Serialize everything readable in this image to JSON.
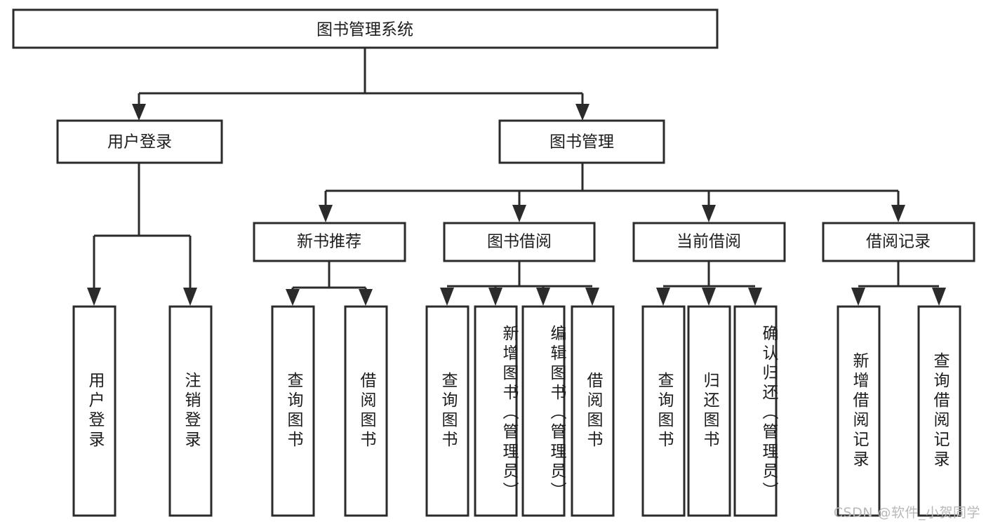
{
  "diagram": {
    "title": "图书管理系统",
    "type": "tree-hierarchy",
    "watermark": "CSDN @软件_小贺同学",
    "colors": {
      "stroke": "#2b2b2b",
      "node_fill": "#ffffff",
      "text": "#1c1c1c",
      "background": "#ffffff",
      "watermark": "#b9b9b9"
    },
    "levels": {
      "root": {
        "label": "图书管理系统"
      },
      "level2": [
        {
          "label": "用户登录"
        },
        {
          "label": "图书管理"
        }
      ],
      "level3": [
        {
          "label": "新书推荐"
        },
        {
          "label": "图书借阅"
        },
        {
          "label": "当前借阅"
        },
        {
          "label": "借阅记录"
        }
      ],
      "leaves": {
        "user_login": [
          {
            "label": "用户登录"
          },
          {
            "label": "注销登录"
          }
        ],
        "new_book_recommend": [
          {
            "label": "查询图书"
          },
          {
            "label": "借阅图书"
          }
        ],
        "book_borrow": [
          {
            "label": "查询图书"
          },
          {
            "label": "新增图书（管理员）"
          },
          {
            "label": "编辑图书（管理员）"
          },
          {
            "label": "借阅图书"
          }
        ],
        "current_borrow": [
          {
            "label": "查询图书"
          },
          {
            "label": "归还图书"
          },
          {
            "label": "确认归还（管理员）"
          }
        ],
        "borrow_record": [
          {
            "label": "新增借阅记录"
          },
          {
            "label": "查询借阅记录"
          }
        ]
      }
    }
  }
}
